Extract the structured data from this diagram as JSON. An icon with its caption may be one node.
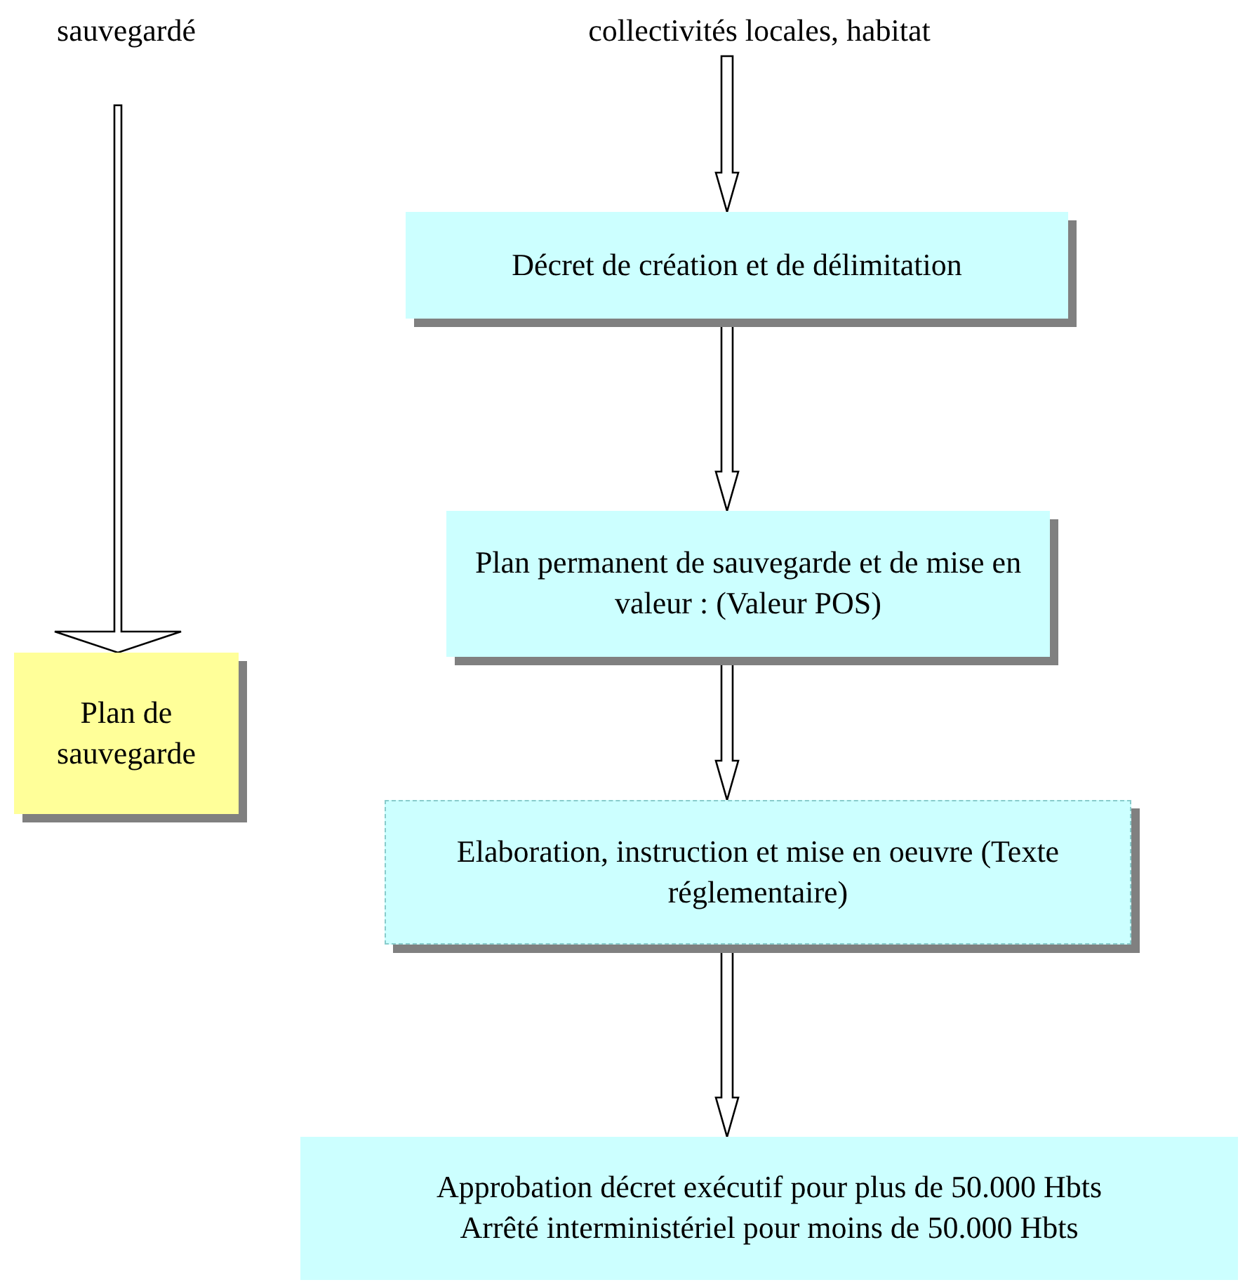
{
  "diagram": {
    "nodes": [
      {
        "text": [
          "sauvegardé"
        ]
      },
      {
        "text": [
          "collectivités locales, habitat"
        ]
      },
      {
        "text": [
          "Décret de création et de délimitation"
        ]
      },
      {
        "text": [
          "Plan permanent de sauvegarde et de mise en valeur : (Valeur POS)"
        ]
      },
      {
        "text": [
          "Plan de sauvegarde"
        ]
      },
      {
        "text": [
          "Elaboration, instruction et mise en oeuvre (Texte réglementaire)"
        ]
      },
      {
        "text": [
          "Approbation décret exécutif pour plus de 50.000 Hbts",
          "Arrêté interministériel pour moins de 50.000 Hbts"
        ]
      }
    ],
    "edges": [
      {
        "from": 0,
        "to": 4,
        "arrow": "to"
      },
      {
        "from": 1,
        "to": 2,
        "arrow": "to"
      },
      {
        "from": 2,
        "to": 3,
        "arrow": "to"
      },
      {
        "from": 3,
        "to": 5,
        "arrow": "to"
      },
      {
        "from": 5,
        "to": 6,
        "arrow": "to"
      }
    ]
  }
}
